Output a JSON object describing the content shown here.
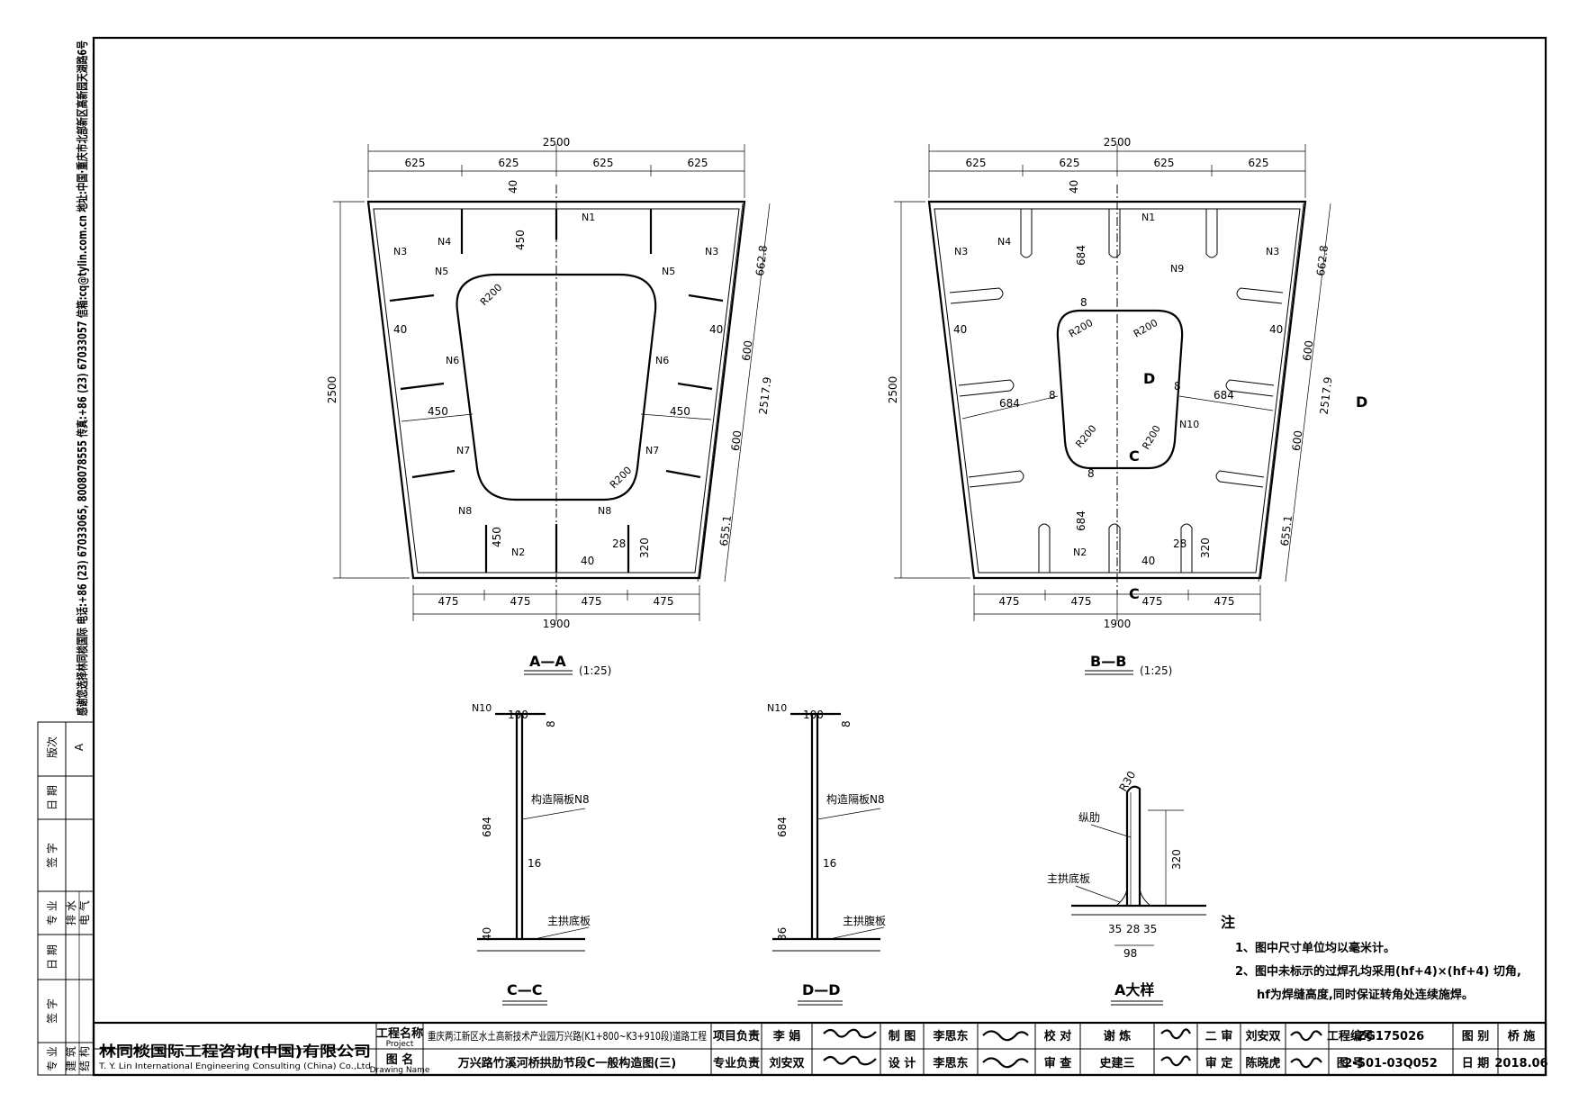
{
  "side_strip": {
    "address": "感谢您选择林同棪国际 电话:+86 (23) 67033065, 8008078555 传真:+86 (23) 67033057 信箱:cq@tylin.com.cn 地址:中国·重庆市北部新区高新园天湖路6号",
    "rev_label": "版次",
    "rev_value": "A",
    "date_label": "日 期",
    "sign_label": "签 字",
    "spec_label": "专 业",
    "spec_values": [
      "排 水",
      "电 气"
    ],
    "arch_labels": [
      "建 筑",
      "结 构"
    ]
  },
  "views": {
    "aa": {
      "title": "A—A",
      "scale": "(1:25)"
    },
    "bb": {
      "title": "B—B",
      "scale": "(1:25)"
    },
    "cc": {
      "title": "C—C"
    },
    "dd": {
      "title": "D—D"
    },
    "detail": {
      "title": "A大样"
    }
  },
  "dims": {
    "top_total": "2500",
    "top_parts": [
      "625",
      "625",
      "625",
      "625"
    ],
    "bot_total": "1900",
    "bot_parts": [
      "475",
      "475",
      "475",
      "475"
    ],
    "height": "2500",
    "slant": [
      "662.8",
      "600",
      "2517.9",
      "600",
      "655.1"
    ],
    "t40": "40",
    "d450": "450",
    "d320": "320",
    "d28": "28",
    "d684": "684",
    "d8": "8",
    "r200": "R200",
    "d100": "100",
    "d16": "16",
    "d36": "36",
    "r30": "R30",
    "d35": "35",
    "d98": "98"
  },
  "labels": {
    "n1": "N1",
    "n2": "N2",
    "n3": "N3",
    "n4": "N4",
    "n5": "N5",
    "n6": "N6",
    "n7": "N7",
    "n8": "N8",
    "n9": "N9",
    "n10": "N10",
    "c": "C",
    "d": "D",
    "plate_n8": "构造隔板N8",
    "main_base": "主拱底板",
    "main_base_d": "主拱腹板",
    "rib": "纵肋"
  },
  "notes": {
    "heading": "注",
    "items": [
      "1、图中尺寸单位均以毫米计。",
      "2、图中未标示的过焊孔均采用(hf+4)×(hf+4) 切角,",
      "hf为焊缝高度,同时保证转角处连续施焊。"
    ]
  },
  "title_block": {
    "company_cn": "林同棪国际工程咨询(中国)有限公司",
    "company_en": "T. Y. Lin International Engineering Consulting (China) Co.,Ltd",
    "project_label": "工程名称",
    "project_label_en": "Project",
    "project_name": "重庆两江新区水土高新技术产业园万兴路(K1+800~K3+910段)道路工程",
    "drawing_label": "图 名",
    "drawing_label_en": "Drawing Name",
    "drawing_name": "万兴路竹溪河桥拱肋节段C一般构造图(三)",
    "pm_label": "项目负责",
    "pm_name": "李 娟",
    "spec_lead_label": "专业负责",
    "spec_lead_name": "刘安双",
    "draw_label": "制 图",
    "draw_name": "李思东",
    "design_label": "设 计",
    "design_name": "李思东",
    "check_label": "校 对",
    "check_name": "谢 炼",
    "review_label": "审 查",
    "review_name": "史建三",
    "second_label": "二 审",
    "second_name": "刘安双",
    "approve_label": "审 定",
    "approve_name": "陈晓虎",
    "proj_no_label": "工程编号",
    "proj_no": "ZG175026",
    "sort_label": "图 别",
    "sort": "桥 施",
    "dwg_no_label": "图 号",
    "dwg_no": "2-S01-03Q052",
    "date_label": "日 期",
    "date": "2018.06"
  }
}
